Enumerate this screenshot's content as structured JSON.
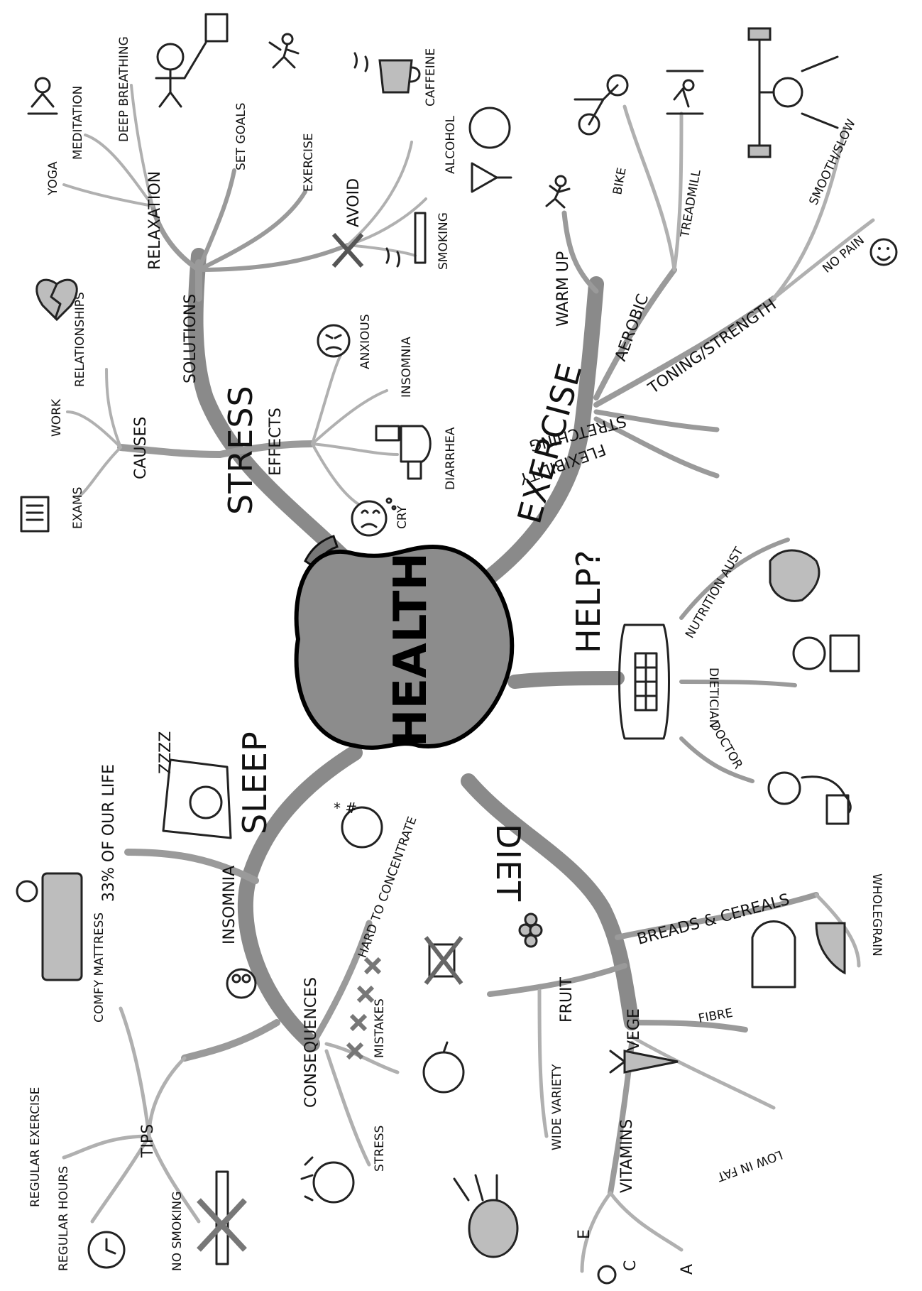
{
  "center": {
    "label": "HEALTH"
  },
  "branches": {
    "stress": {
      "label": "STRESS",
      "causes": {
        "label": "CAUSES",
        "items": [
          "EXAMS",
          "WORK",
          "RELATIONSHIPS"
        ]
      },
      "effects": {
        "label": "EFFECTS",
        "items": [
          "ANXIOUS",
          "INSOMNIA",
          "DIARRHEA",
          "CRY"
        ]
      },
      "solutions": {
        "label": "SOLUTIONS",
        "relaxation": {
          "label": "RELAXATION",
          "items": [
            "YOGA",
            "MEDITATION",
            "DEEP BREATHING"
          ]
        },
        "items": [
          "SET GOALS",
          "EXERCISE"
        ],
        "avoid": {
          "label": "AVOID",
          "items": [
            "CAFFEINE",
            "ALCOHOL",
            "SMOKING"
          ]
        }
      }
    },
    "exercise": {
      "label": "EXERCISE",
      "warm_up": "WARM UP",
      "aerobic": {
        "label": "AEROBIC",
        "items": [
          "BIKE",
          "TREADMILL"
        ]
      },
      "toning": {
        "label": "TONING/STRENGTH",
        "items": [
          "SMOOTH/SLOW",
          "NO PAIN"
        ]
      },
      "stretching": "STRETCHING",
      "flexibility": "FLEXIBILITY"
    },
    "help": {
      "label": "HELP?",
      "items": [
        "NUTRITION AUST",
        "DIETICIAN",
        "DOCTOR"
      ]
    },
    "diet": {
      "label": "DIET",
      "breads": {
        "label": "BREADS & CEREALS",
        "items": [
          "WHOLEGRAIN"
        ]
      },
      "fruit": {
        "label": "FRUIT",
        "items": [
          "WIDE VARIETY"
        ]
      },
      "vege": {
        "label": "VEGE",
        "items": [
          "FIBRE",
          "LOW IN FAT"
        ]
      },
      "vitamins": {
        "label": "VITAMINS",
        "items": [
          "E",
          "C",
          "A"
        ]
      }
    },
    "sleep": {
      "label": "SLEEP",
      "fact": "33% OF OUR LIFE",
      "zzz": "ZZZZ",
      "insomnia": {
        "label": "INSOMNIA"
      },
      "tips": {
        "label": "TIPS",
        "items": [
          "REGULAR EXERCISE",
          "COMFY MATTRESS",
          "REGULAR HOURS",
          "NO SMOKING"
        ]
      },
      "consequences": {
        "label": "CONSEQUENCES",
        "items": [
          "HARD TO CONCENTRATE",
          "MISTAKES",
          "STRESS"
        ]
      }
    }
  },
  "colors": {
    "branch": "#8a8a8a",
    "apple": "#8c8c8c",
    "ink": "#111111"
  }
}
